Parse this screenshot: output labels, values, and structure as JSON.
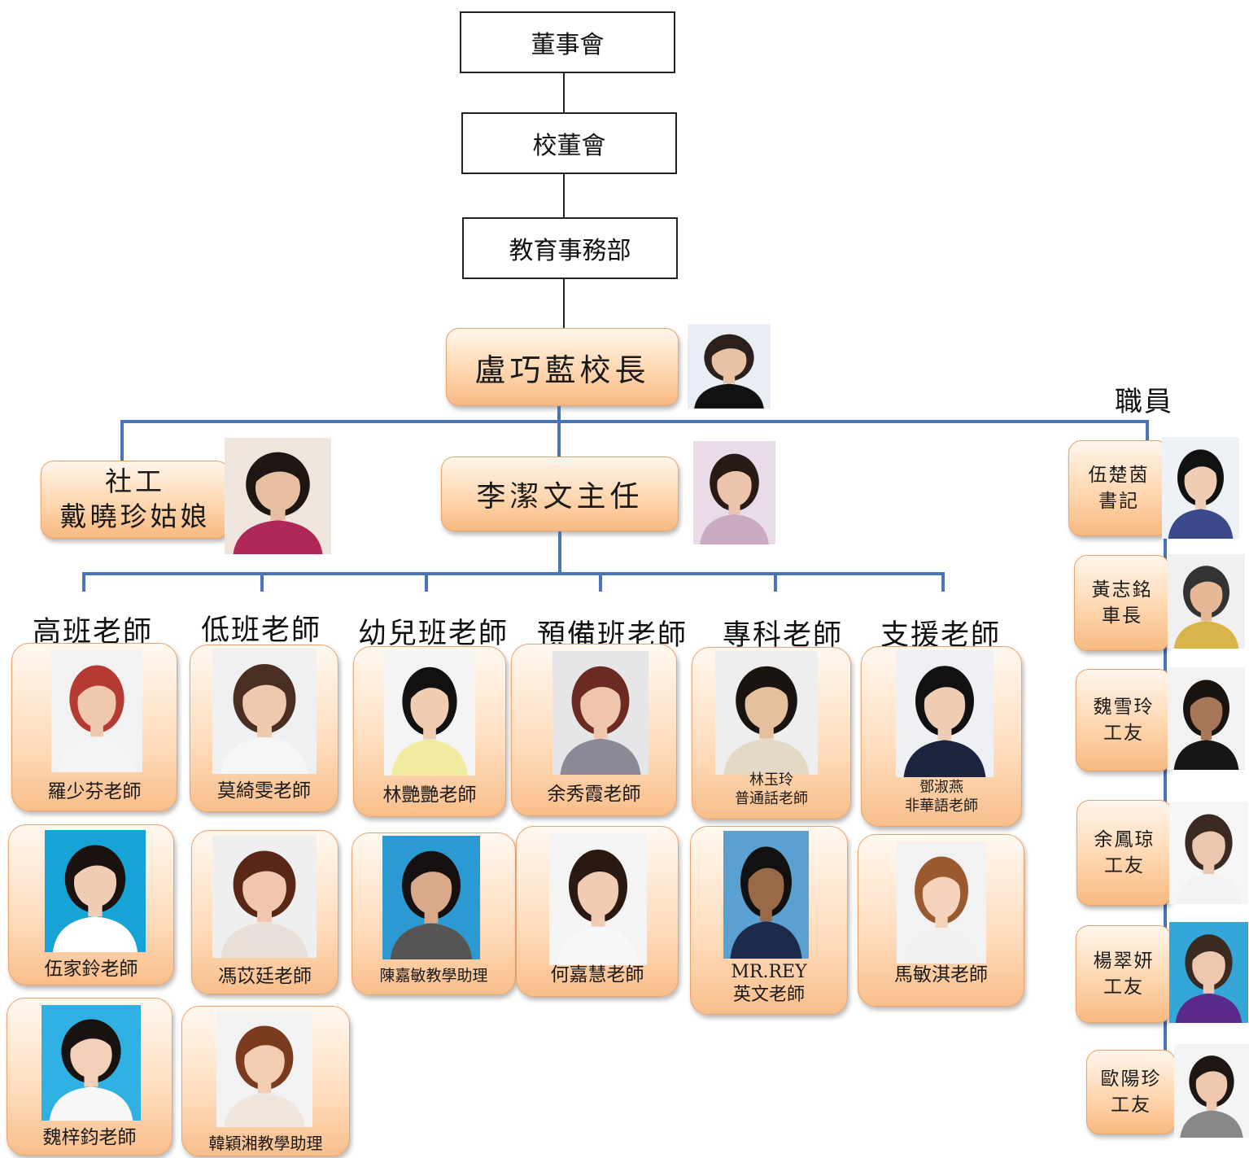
{
  "top_levels": [
    "董事會",
    "校董會",
    "教育事務部"
  ],
  "principal": "盧巧藍校長",
  "social_worker": {
    "line1": "社工",
    "line2": "戴曉珍姑娘"
  },
  "director": "李潔文主任",
  "staff_header": "職員",
  "groups": [
    {
      "title": "高班老師",
      "members": [
        [
          "羅少芬老師"
        ],
        [
          "伍家鈴老師"
        ],
        [
          "魏梓鈞老師"
        ]
      ]
    },
    {
      "title": "低班老師",
      "members": [
        [
          "莫綺雯老師"
        ],
        [
          "馮苡廷老師"
        ],
        [
          "韓穎湘教學助理"
        ]
      ]
    },
    {
      "title": "幼兒班老師",
      "members": [
        [
          "林艷艷老師"
        ],
        [
          "陳嘉敏教學助理"
        ]
      ]
    },
    {
      "title": "預備班老師",
      "members": [
        [
          "余秀霞老師"
        ],
        [
          "何嘉慧老師"
        ]
      ]
    },
    {
      "title": "專科老師",
      "members": [
        [
          "林玉玲",
          "普通話老師"
        ],
        [
          "MR.REY",
          "英文老師"
        ]
      ]
    },
    {
      "title": "支援老師",
      "members": [
        [
          "鄧淑燕",
          "非華語老師"
        ],
        [
          "馬敏淇老師"
        ]
      ]
    }
  ],
  "staff": [
    [
      "伍楚茵",
      "書記"
    ],
    [
      "黃志銘",
      "車長"
    ],
    [
      "魏雪玲",
      "工友"
    ],
    [
      "余鳳琼",
      "工友"
    ],
    [
      "楊翠妍",
      "工友"
    ],
    [
      "歐陽珍",
      "工友"
    ]
  ],
  "colors": {
    "connector": "#4a73b8",
    "box_border": "#e9a36b"
  }
}
